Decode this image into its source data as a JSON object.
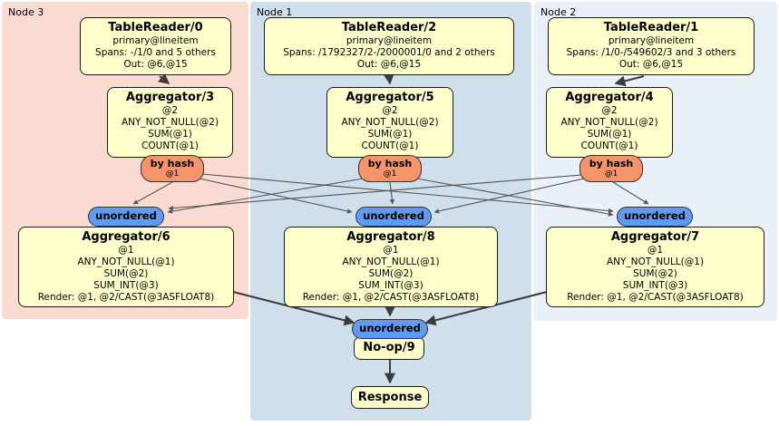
{
  "panels": {
    "node3": {
      "label": "Node 3"
    },
    "node1": {
      "label": "Node 1"
    },
    "node2": {
      "label": "Node 2"
    }
  },
  "boxes": {
    "tr0": {
      "title": "TableReader/0",
      "lines": [
        "primary@lineitem",
        "Spans: -/1/0 and 5 others",
        "Out: @6,@15"
      ]
    },
    "tr2": {
      "title": "TableReader/2",
      "lines": [
        "primary@lineitem",
        "Spans: /1792327/2-/2000001/0 and 2 others",
        "Out: @6,@15"
      ]
    },
    "tr1": {
      "title": "TableReader/1",
      "lines": [
        "primary@lineitem",
        "Spans: /1/0-/549602/3 and 3 others",
        "Out: @6,@15"
      ]
    },
    "agg3": {
      "title": "Aggregator/3",
      "lines": [
        "@2",
        "ANY_NOT_NULL(@2)",
        "SUM(@1)",
        "COUNT(@1)"
      ]
    },
    "agg5": {
      "title": "Aggregator/5",
      "lines": [
        "@2",
        "ANY_NOT_NULL(@2)",
        "SUM(@1)",
        "COUNT(@1)"
      ]
    },
    "agg4": {
      "title": "Aggregator/4",
      "lines": [
        "@2",
        "ANY_NOT_NULL(@2)",
        "SUM(@1)",
        "COUNT(@1)"
      ]
    },
    "agg6": {
      "title": "Aggregator/6",
      "lines": [
        "@1",
        "ANY_NOT_NULL(@1)",
        "SUM(@2)",
        "SUM_INT(@3)",
        "Render: @1, @2/CAST(@3ASFLOAT8)"
      ]
    },
    "agg8": {
      "title": "Aggregator/8",
      "lines": [
        "@1",
        "ANY_NOT_NULL(@1)",
        "SUM(@2)",
        "SUM_INT(@3)",
        "Render: @1, @2/CAST(@3ASFLOAT8)"
      ]
    },
    "agg7": {
      "title": "Aggregator/7",
      "lines": [
        "@1",
        "ANY_NOT_NULL(@1)",
        "SUM(@2)",
        "SUM_INT(@3)",
        "Render: @1, @2/CAST(@3ASFLOAT8)"
      ]
    },
    "noop": {
      "title": "No-op/9"
    },
    "response": {
      "title": "Response"
    }
  },
  "routers": {
    "hash3": {
      "label": "by hash",
      "detail": "@1"
    },
    "hash5": {
      "label": "by hash",
      "detail": "@1"
    },
    "hash4": {
      "label": "by hash",
      "detail": "@1"
    }
  },
  "syncs": {
    "uno3": {
      "label": "unordered"
    },
    "uno1": {
      "label": "unordered"
    },
    "uno2": {
      "label": "unordered"
    },
    "unoFinal": {
      "label": "unordered"
    }
  },
  "colors": {
    "node3_bg": "#fadbd2",
    "node1_bg": "#cfe0ec",
    "node2_bg": "#e9f0f8",
    "box_bg": "#ffffcc",
    "box_border": "#1a1a1a",
    "router_bg": "#f4946a",
    "sync_bg": "#5f9bf1",
    "edge_thin": "#555555",
    "edge_thick": "#3c3c3c"
  }
}
